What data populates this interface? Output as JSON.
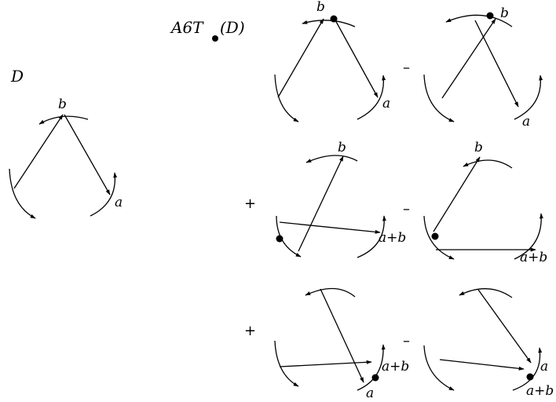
{
  "labels": {
    "D": "D",
    "transform": "A6T",
    "transform_arg": "(D)",
    "a": "a",
    "b": "b",
    "a_plus_b": "a+b"
  },
  "operators": {
    "plus": "+",
    "minus": "–"
  },
  "colors": {
    "ink": "#000000",
    "background": "#ffffff"
  }
}
